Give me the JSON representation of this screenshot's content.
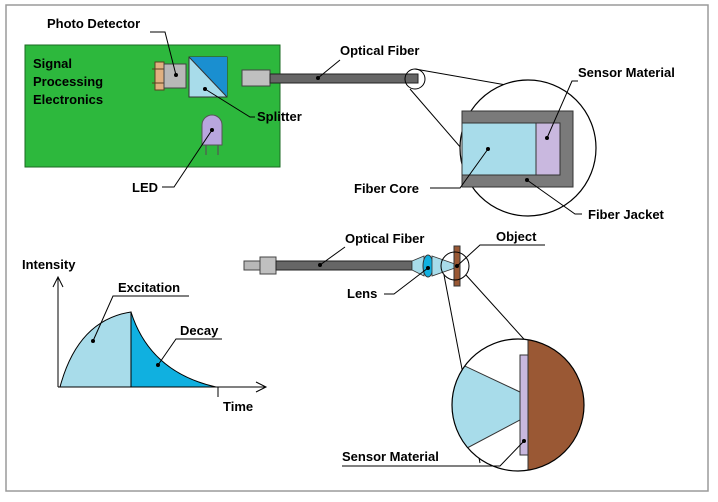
{
  "labels": {
    "photo_detector": "Photo Detector",
    "signal_processing_1": "Signal",
    "signal_processing_2": "Processing",
    "signal_processing_3": "Electronics",
    "optical_fiber_top": "Optical Fiber",
    "sensor_material_top": "Sensor Material",
    "splitter": "Splitter",
    "fiber_core": "Fiber Core",
    "led": "LED",
    "fiber_jacket": "Fiber Jacket",
    "intensity": "Intensity",
    "excitation": "Excitation",
    "decay": "Decay",
    "time": "Time",
    "optical_fiber_bottom": "Optical Fiber",
    "object": "Object",
    "lens": "Lens",
    "sensor_material_bottom": "Sensor Material"
  },
  "colors": {
    "board": "#2db83d",
    "core": "#a8dcea",
    "decay": "#10b0e0",
    "sensor": "#c9b8df",
    "object": "#9a5834",
    "jacket": "#7a7a7a",
    "fiber": "#666666",
    "detector": "#e0b080",
    "led": "#b8a6de"
  }
}
